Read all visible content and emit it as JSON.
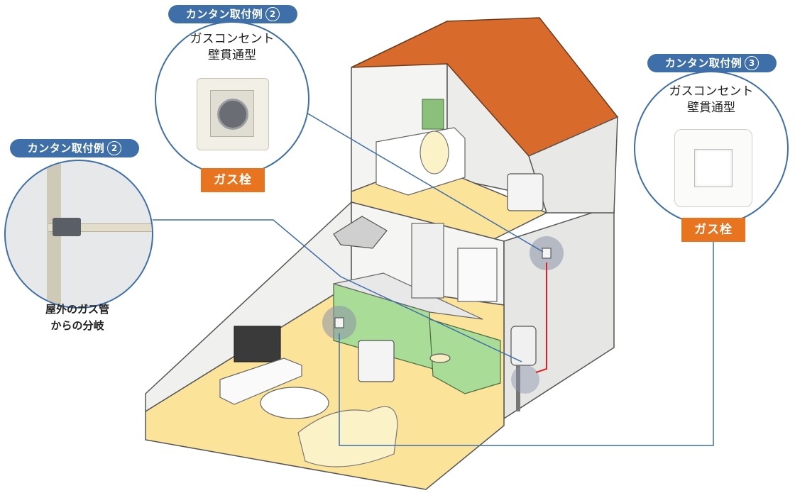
{
  "callout_left": {
    "pill_label": "カンタン取付例",
    "pill_number": "2",
    "caption_line1": "屋外のガス管",
    "caption_line2": "からの分岐"
  },
  "callout_top": {
    "pill_label": "カンタン取付例",
    "pill_number": "2",
    "title_line1": "ガスコンセント",
    "title_line2": "壁貫通型",
    "tag": "ガス栓"
  },
  "callout_right": {
    "pill_label": "カンタン取付例",
    "pill_number": "3",
    "title_line1": "ガスコンセント",
    "title_line2": "壁貫通型",
    "tag": "ガス栓"
  },
  "colors": {
    "accent_blue": "#3f6fa8",
    "tag_orange": "#e9741f",
    "roof": "#d86a2c",
    "floor": "#fbe39a",
    "kitchen_green": "#a9dc97",
    "gas_line_red": "#e02020"
  }
}
